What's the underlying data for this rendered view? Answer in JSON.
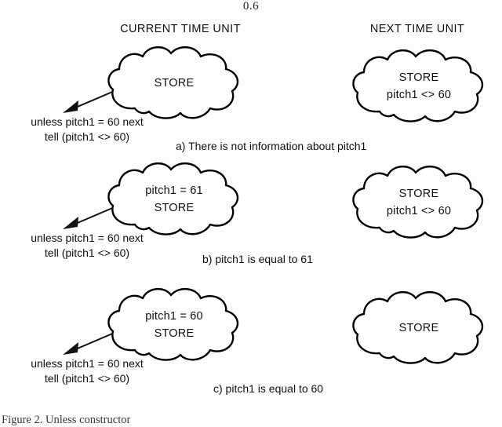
{
  "page": {
    "page_number": "0.6",
    "background_color": "#fdfdfd",
    "ink_color": "#111111"
  },
  "headers": {
    "left": "CURRENT TIME UNIT",
    "right": "NEXT TIME UNIT"
  },
  "statement": {
    "line1": "unless pitch1 = 60 next",
    "line2": "tell (pitch1 <> 60)"
  },
  "rows": [
    {
      "id": "a",
      "caption": "a) There is not information about pitch1",
      "current": {
        "label": "store-cloud-current-a",
        "line1": "",
        "line2": "STORE",
        "line3": ""
      },
      "next": {
        "label": "store-cloud-next-a",
        "line1": "",
        "line2": "STORE",
        "line3": "pitch1 <> 60"
      }
    },
    {
      "id": "b",
      "caption": "b) pitch1 is equal to 61",
      "current": {
        "label": "store-cloud-current-b",
        "line1": "pitch1 = 61",
        "line2": "STORE",
        "line3": ""
      },
      "next": {
        "label": "store-cloud-next-b",
        "line1": "",
        "line2": "STORE",
        "line3": "pitch1 <> 60"
      }
    },
    {
      "id": "c",
      "caption": "c) pitch1 is equal to 60",
      "current": {
        "label": "store-cloud-current-c",
        "line1": "pitch1 = 60",
        "line2": "STORE",
        "line3": ""
      },
      "next": {
        "label": "store-cloud-next-c",
        "line1": "",
        "line2": "STORE",
        "line3": ""
      }
    }
  ],
  "figure_caption": "Figure 2. Unless constructor"
}
